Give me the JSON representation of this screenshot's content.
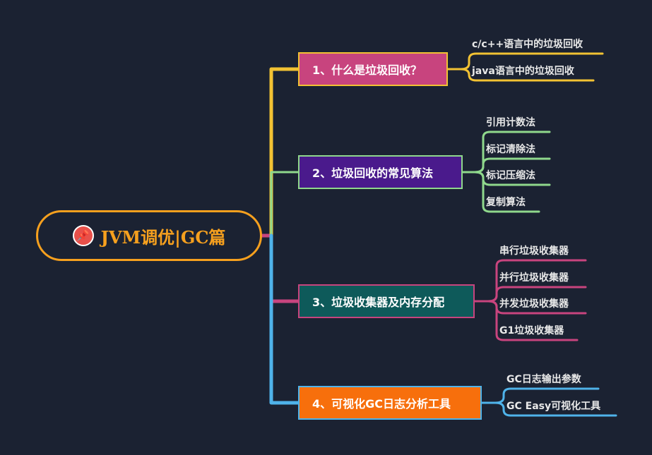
{
  "root": {
    "title": "JVM调优|GC篇",
    "icon": "pushpin-icon"
  },
  "branches": [
    {
      "label": "1、什么是垃圾回收？",
      "color": "#f2c233",
      "fill": "#c8447e",
      "children": [
        "c/c++语言中的垃圾回收",
        "java语言中的垃圾回收"
      ]
    },
    {
      "label": "2、垃圾回收的常见算法",
      "color": "#8fd88c",
      "fill": "#4a1a8c",
      "children": [
        "引用计数法",
        "标记清除法",
        "标记压缩法",
        "复制算法"
      ]
    },
    {
      "label": "3、垃圾收集器及内存分配",
      "color": "#c8447e",
      "fill": "#0e5a5a",
      "children": [
        "串行垃圾收集器",
        "并行垃圾收集器",
        "并发垃圾收集器",
        "G1垃圾收集器"
      ]
    },
    {
      "label": "4、可视化GC日志分析工具",
      "color": "#4fb3ea",
      "fill": "#f76f0c",
      "children": [
        "GC日志输出参数",
        "GC Easy可视化工具"
      ]
    }
  ]
}
